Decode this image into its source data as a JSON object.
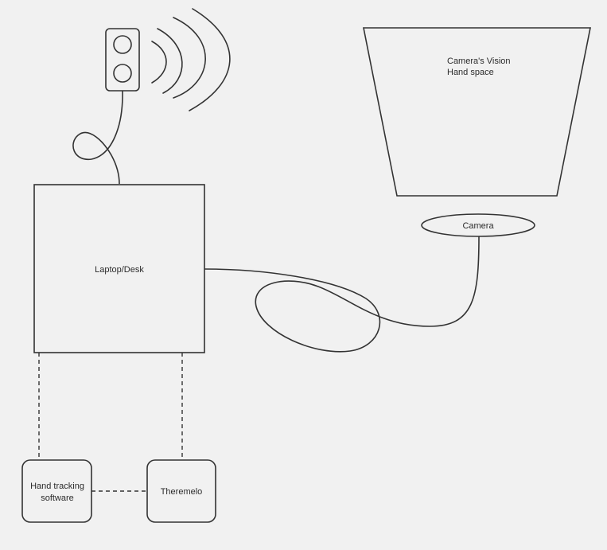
{
  "nodes": {
    "camera_vision": {
      "line1": "Camera's Vision",
      "line2": "Hand space"
    },
    "camera": {
      "label": "Camera"
    },
    "laptop": {
      "label": "Laptop/Desk"
    },
    "hand_tracking": {
      "line1": "Hand tracking",
      "line2": "software"
    },
    "theremelo": {
      "label": "Theremelo"
    },
    "speaker": {
      "icon": "speaker-icon"
    }
  },
  "colors": {
    "background": "#f1f1f1",
    "stroke": "#333333",
    "text": "#2b2b2b"
  }
}
